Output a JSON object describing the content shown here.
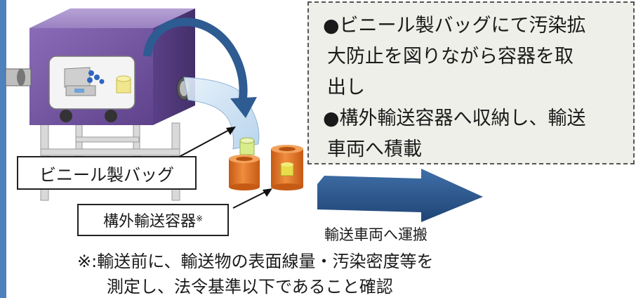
{
  "notes": [
    "●ビニール製バッグにて汚染拡",
    "大防止を図りながら容器を取",
    "出し",
    "●構外輸送容器へ収納し、輸送",
    "車両へ積載"
  ],
  "labels": {
    "vinyl_bag": "ビニール製バッグ",
    "container": "構外輸送容器",
    "container_mark": "※",
    "transport": "輸送車両へ運搬"
  },
  "footnote": [
    "※:輸送前に、輸送物の表面線量・汚染密度等を",
    "測定し、法令基準以下であること確認"
  ],
  "colors": {
    "accent_bar": "#4f81bd",
    "glovebox": "#7b5aa6",
    "arrow_blue": "#2e5b91",
    "container_orange": "#e07a2e",
    "note_bg": "#efefea"
  }
}
